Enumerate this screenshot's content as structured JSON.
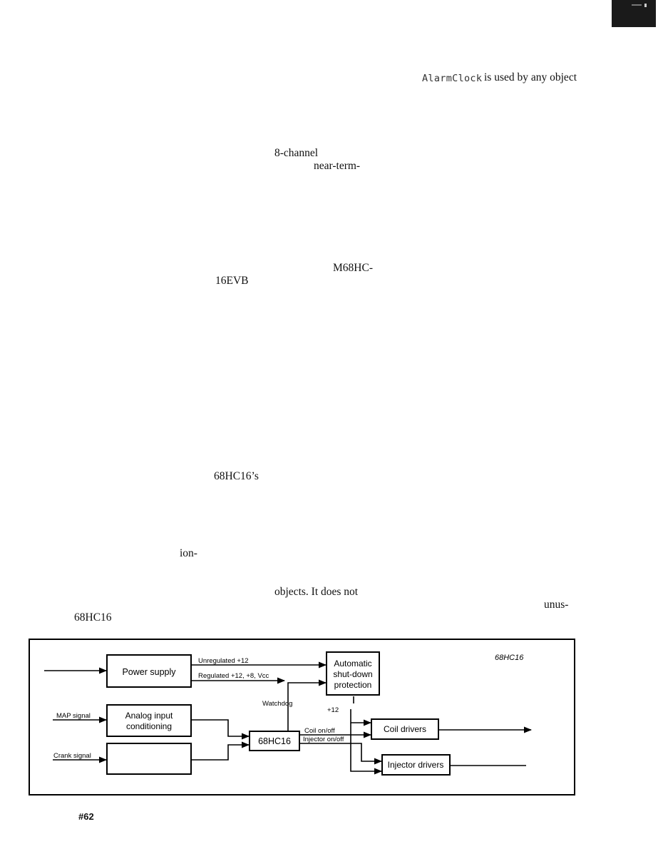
{
  "text_fragments": {
    "alarm_code": "AlarmClock",
    "alarm_rest": "is used by any object",
    "eight_channel": "8-channel",
    "near_term": "near-term-",
    "m68hc": "M68HC-",
    "evb": "16EVB",
    "hc16s": "68HC16’s",
    "ion": "ion-",
    "objects": "objects. It does not",
    "unus": "unus-",
    "hc16": "68HC16"
  },
  "figure": {
    "tag": "68HC16",
    "blocks": {
      "power_supply": "Power supply",
      "shutdown_line1": "Automatic",
      "shutdown_line2": "shut-down",
      "shutdown_line3": "protection",
      "analog_line1": "Analog input",
      "analog_line2": "conditioning",
      "mcu": "68HC16",
      "coil_drivers": "Coil drivers",
      "injector_drivers": "Injector drivers"
    },
    "signals": {
      "unregulated": "Unregulated +12",
      "regulated": "Regulated +12, +8, Vcc",
      "watchdog": "Watchdog",
      "plus12": "+12",
      "map_signal": "MAP signal",
      "crank_signal": "Crank signal",
      "coil_on_off": "Coil on/off",
      "injector_on_off": "Injector on/off"
    }
  },
  "page_number": "#62"
}
